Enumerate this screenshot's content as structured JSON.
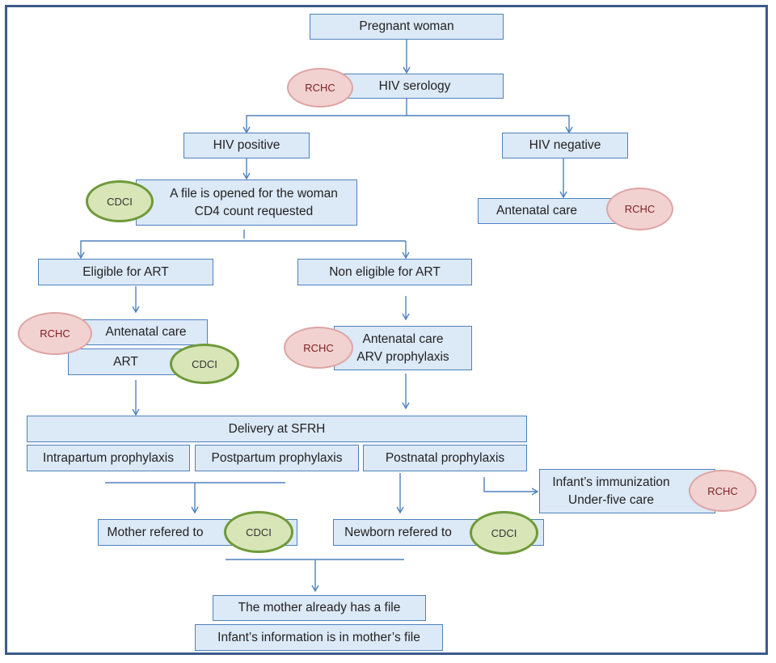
{
  "nodes": {
    "pregnant_woman": "Pregnant woman",
    "hiv_serology": "HIV serology",
    "hiv_positive": "HIV positive",
    "hiv_negative": "HIV negative",
    "file_opened_l1": "A file is opened for the woman",
    "file_opened_l2": "CD4 count requested",
    "antenatal_care_neg": "Antenatal care",
    "eligible_art": "Eligible for ART",
    "non_eligible_art": "Non eligible for ART",
    "antenatal_care_elig": "Antenatal care",
    "art": "ART",
    "antenatal_care_non_l1": "Antenatal care",
    "antenatal_care_non_l2": "ARV prophylaxis",
    "delivery": "Delivery at SFRH",
    "intrapartum": "Intrapartum prophylaxis",
    "postpartum": "Postpartum prophylaxis",
    "postnatal": "Postnatal prophylaxis",
    "infant_l1": "Infant’s immunization",
    "infant_l2": "Under-five care",
    "mother_referred": "Mother refered to",
    "newborn_referred": "Newborn refered to",
    "mother_has_file": "The mother already has a file",
    "infant_info": "Infant’s information is in mother’s file"
  },
  "badges": {
    "rchc": "RCHC",
    "cdci": "CDCI"
  },
  "colors": {
    "box_fill": "#dce9f7",
    "box_border": "#4f81bd",
    "rchc_fill": "#f2d2d1",
    "cdci_fill": "#d8e5b7",
    "frame": "#3c5a8c"
  }
}
